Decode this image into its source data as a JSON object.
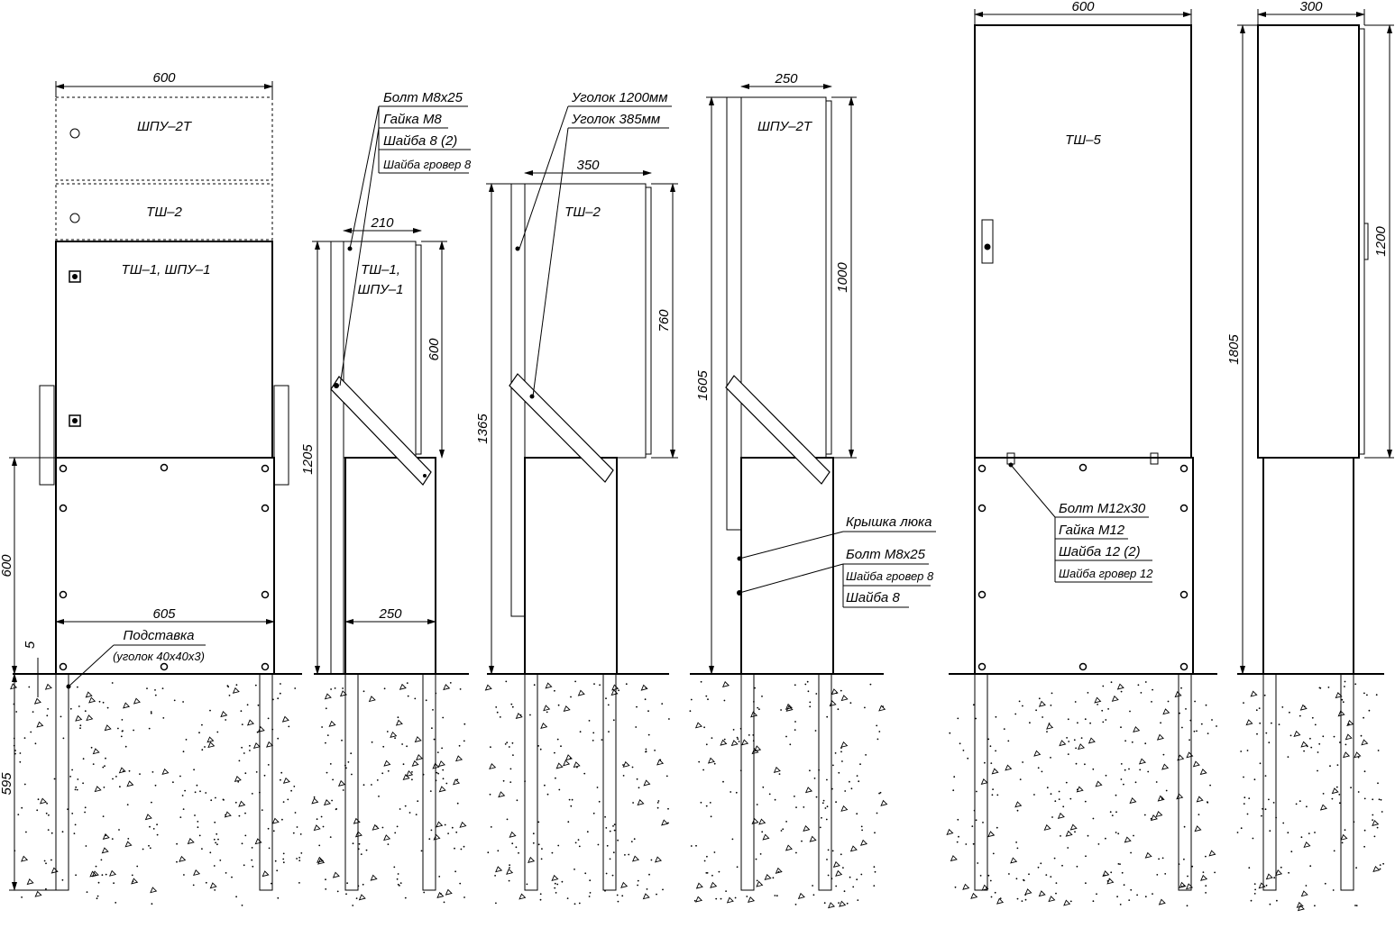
{
  "dims": {
    "d1_top_width": "600",
    "d1_bottom_width": "605",
    "d1_height_600": "600",
    "d1_height_5": "5",
    "d1_depth_595": "595",
    "d2_width_210": "210",
    "d2_height_1205": "1205",
    "d2_height_600": "600",
    "d2_base_250": "250",
    "d3_width_350": "350",
    "d3_height_1365": "1365",
    "d3_height_760": "760",
    "d4_width_250": "250",
    "d4_height_1605": "1605",
    "d4_height_1000": "1000",
    "d5_width_600": "600",
    "d6_width_300": "300",
    "d6_height_1805": "1805",
    "d6_height_1200": "1200"
  },
  "cabinets": {
    "shpu_2t": "ШПУ–2Т",
    "tsh_2": "ТШ–2",
    "tsh_1_shpu_1": "ТШ–1,  ШПУ–1",
    "tsh_1_line1": "ТШ–1,",
    "tsh_1_line2": "ШПУ–1",
    "tsh_5": "ТШ–5"
  },
  "callouts": {
    "stand_title": "Подставка",
    "stand_spec": "(уголок 40х40х3)",
    "bolt_m8x25": "Болт  М8х25",
    "nut_m8": "Гайка  М8",
    "washer_8_2": "Шайба  8  (2)",
    "spring_washer_8": "Шайба  гровер  8",
    "angle_1200": "Уголок  1200мм",
    "angle_385": "Уголок  385мм",
    "hatch_cover": "Крышка  люка",
    "bolt_m8x25_b": "Болт  М8х25",
    "spring_washer_8_b": "Шайба  гровер  8",
    "washer_8": "Шайба  8",
    "bolt_m12x30": "Болт  М12х30",
    "nut_m12": "Гайка  М12",
    "washer_12_2": "Шайба  12  (2)",
    "spring_washer_12": "Шайба  гровер  12"
  }
}
